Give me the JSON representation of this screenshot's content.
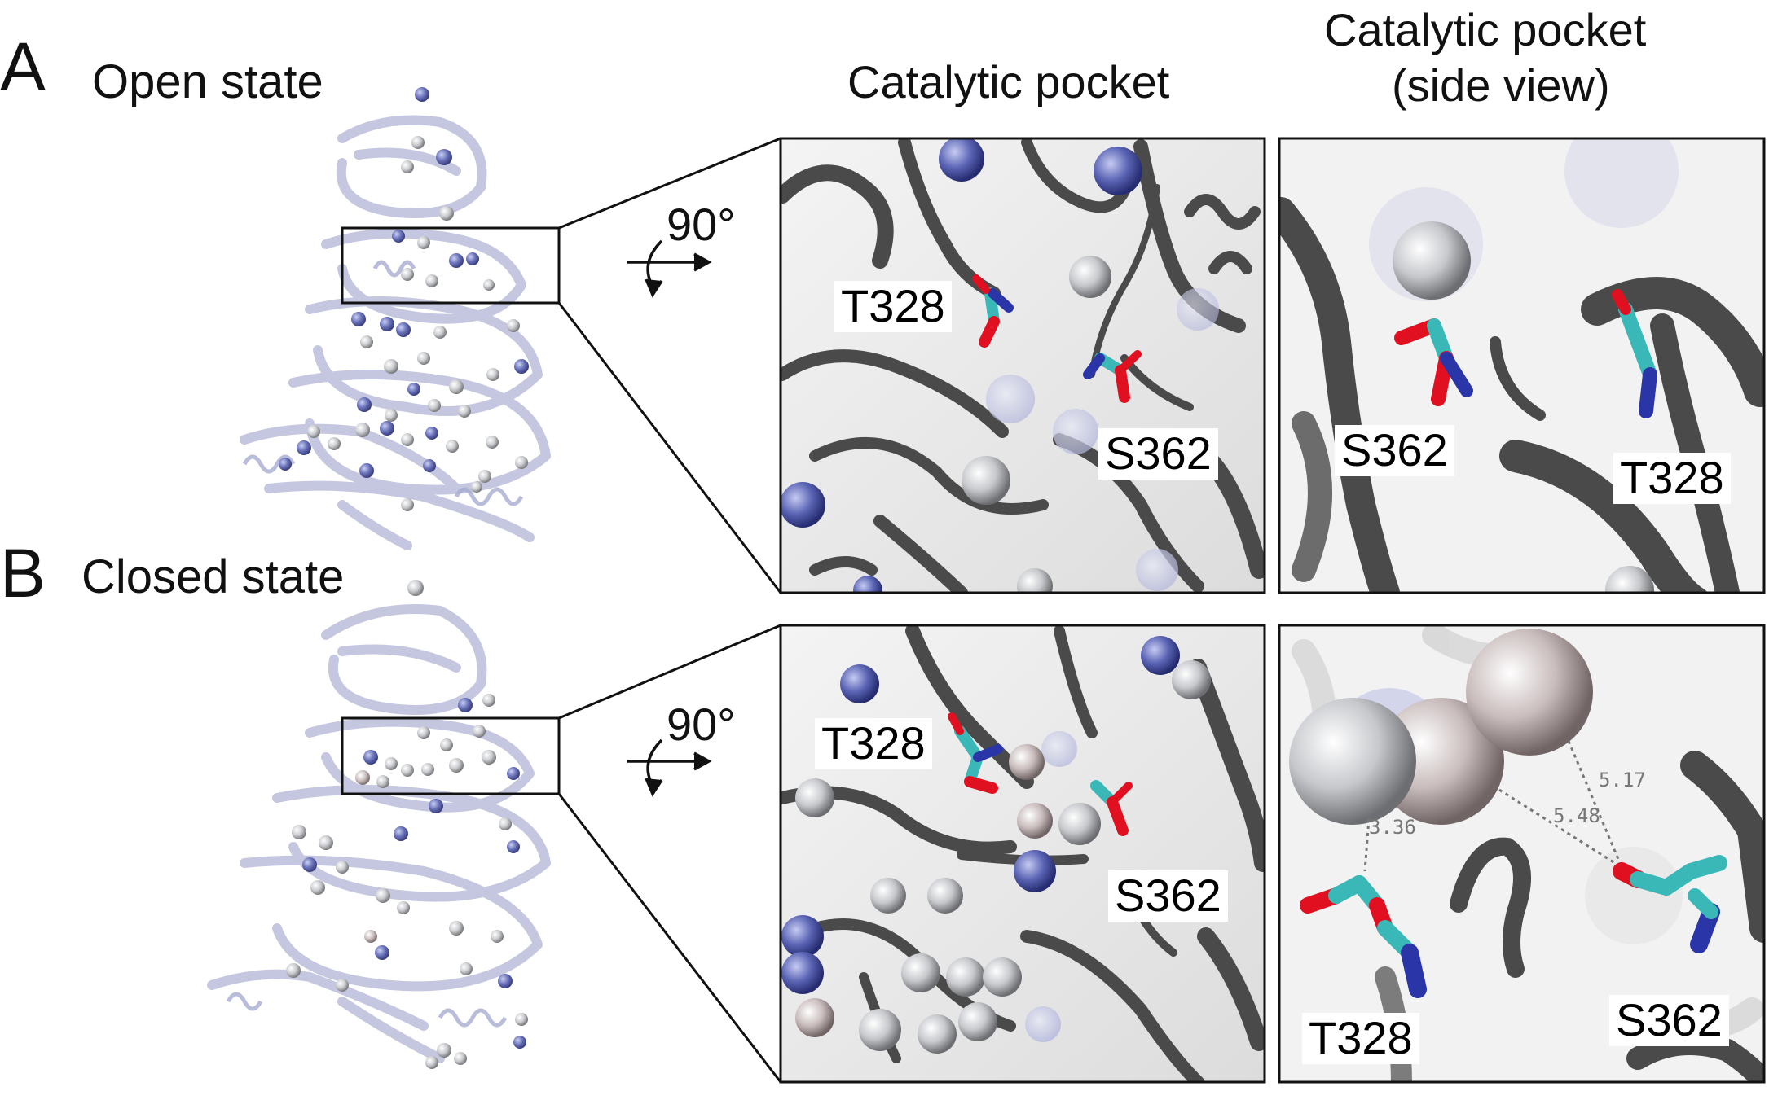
{
  "panels": [
    {
      "letter": "A",
      "state": "Open state",
      "rotation": "90°",
      "pocket_residues": [
        "T328",
        "S362"
      ],
      "side_residues": [
        "S362",
        "T328"
      ],
      "distances": []
    },
    {
      "letter": "B",
      "state": "Closed state",
      "rotation": "90°",
      "pocket_residues": [
        "T328",
        "S362"
      ],
      "side_residues": [
        "T328",
        "S362"
      ],
      "distances": [
        "3.36",
        "5.48",
        "5.17"
      ]
    }
  ],
  "columns": {
    "pocket": "Catalytic pocket",
    "side_line1": "Catalytic pocket",
    "side_line2": "(side view)"
  },
  "colors": {
    "protein_ribbon": "#a9aed0",
    "pocket_ribbon": "#4a4a4a",
    "ion_blue": "#5a64b4",
    "ion_grey": "#c6c8cc",
    "ion_pink": "#c9bcbc",
    "carbon": "#3ab8b8",
    "oxygen": "#e01020",
    "nitrogen": "#2a36a8"
  }
}
